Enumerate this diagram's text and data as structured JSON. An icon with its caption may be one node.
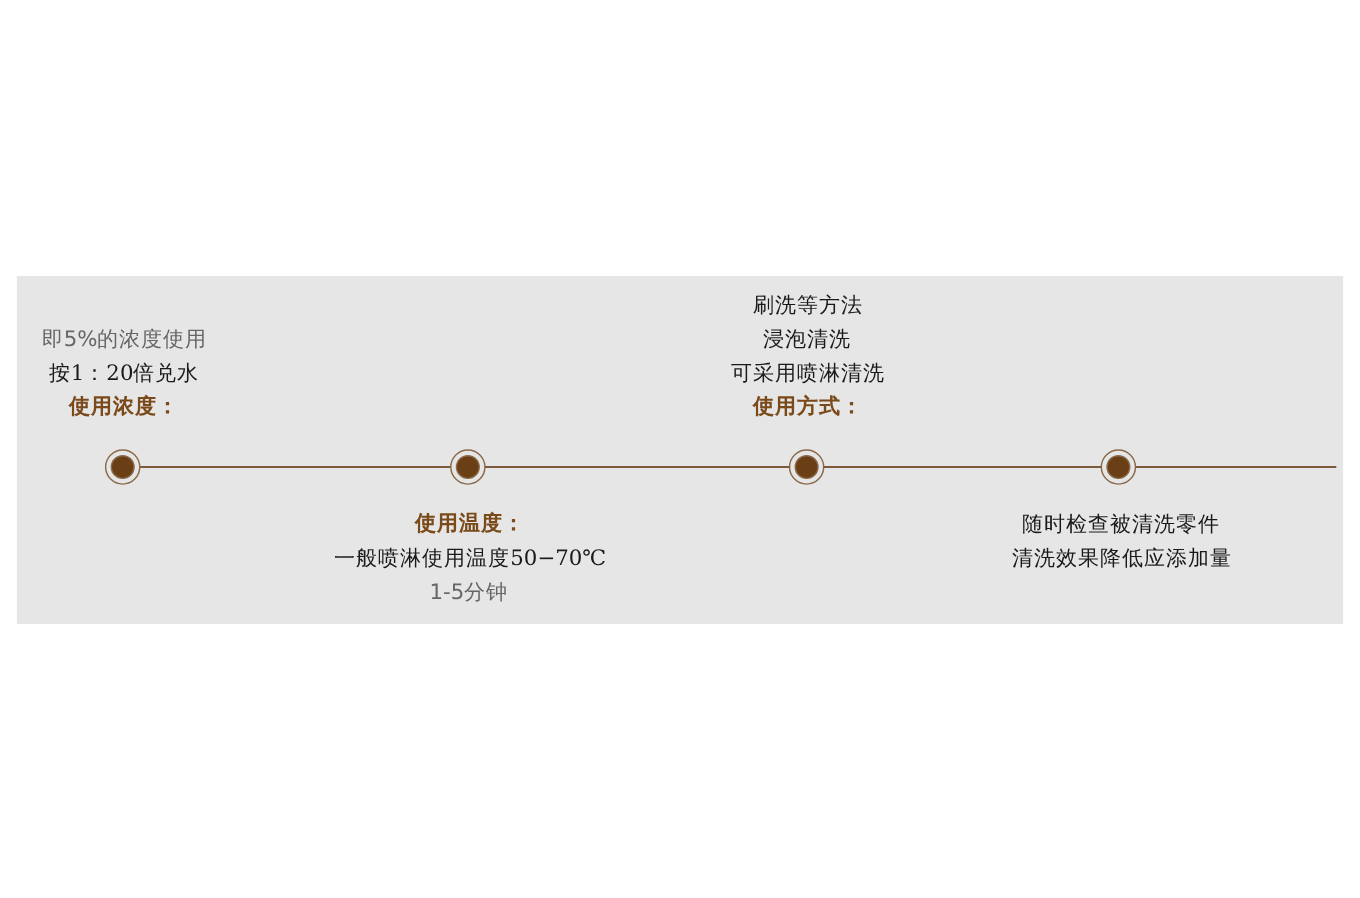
{
  "diagram": {
    "nodes": [
      {
        "text": [],
        "shape": "circle",
        "beside": [
          "即5%的浓度使用",
          "按1：20倍兑水",
          "使用浓度："
        ]
      },
      {
        "text": [],
        "shape": "circle",
        "beside": [
          "使用温度：",
          "一般喷淋使用温度50−70℃",
          "1-5分钟"
        ]
      },
      {
        "text": [],
        "shape": "circle",
        "beside": [
          "刷洗等方法",
          "浸泡清洗",
          "可采用喷淋清洗",
          "使用方式："
        ]
      },
      {
        "text": [],
        "shape": "circle",
        "beside": [
          "随时检查被清洗零件",
          "清洗效果降低应添加量"
        ]
      }
    ],
    "edges": [
      {
        "from": 0,
        "to": 1,
        "arrow": "none"
      },
      {
        "from": 1,
        "to": 2,
        "arrow": "none"
      },
      {
        "from": 2,
        "to": 3,
        "arrow": "none"
      },
      {
        "from": 3,
        "to": null,
        "arrow": "none"
      }
    ]
  }
}
